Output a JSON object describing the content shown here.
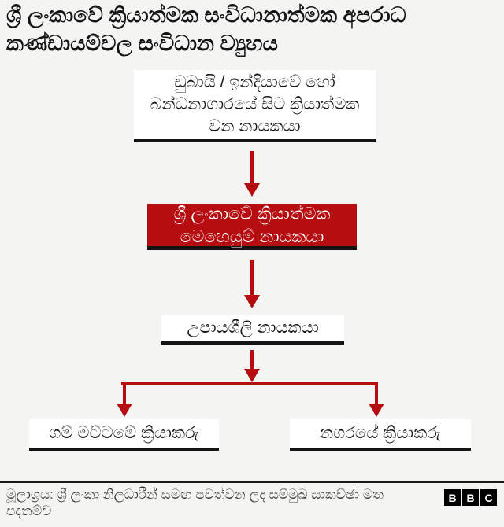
{
  "colors": {
    "accent_red": "#b50d10",
    "background": "#f4f4f3",
    "box_border": "#141414"
  },
  "title": {
    "text": "ශ්‍රී ලංකාවේ ක්‍රියාත්මක සංවිධානාත්මක අපරාධ කණ්ඩායම්වල සංවිධාන ව්‍යුහය"
  },
  "flowchart": {
    "nodes": [
      {
        "id": "top-leader",
        "label": "ඩුබායි / ඉන්දියාවේ හෝ බන්ධනාගාරයේ සිට ක්‍රියාත්මක වන නායකයා",
        "style": "white"
      },
      {
        "id": "operational-leader",
        "label": "ශ්‍රී ලංකාවේ ක්‍රියාත්මක මෙහෙයුම් නායකයා",
        "style": "red"
      },
      {
        "id": "tactical-leader",
        "label": "උපායශීලි නායකයා",
        "style": "white"
      },
      {
        "id": "village-operator",
        "label": "ගම් මට්ටමේ ක්‍රියාකරු",
        "style": "white"
      },
      {
        "id": "city-operator",
        "label": "නගරයේ ක්‍රියාකරු",
        "style": "white"
      }
    ],
    "edges": [
      {
        "from": "top-leader",
        "to": "operational-leader"
      },
      {
        "from": "operational-leader",
        "to": "tactical-leader"
      },
      {
        "from": "tactical-leader",
        "to": "village-operator"
      },
      {
        "from": "tactical-leader",
        "to": "city-operator"
      }
    ]
  },
  "footer": {
    "source": "මූලාශ්‍රය: ශ්‍රී ලංකා නිලධාරීන් සමඟ පවත්වන ලද සම්මුඛ සාකච්ඡා මත පදනම්ව",
    "logo_letters": [
      "B",
      "B",
      "C"
    ]
  }
}
